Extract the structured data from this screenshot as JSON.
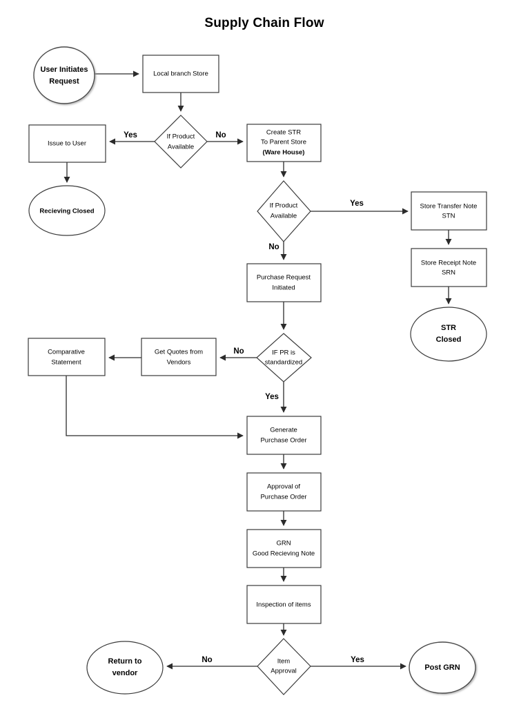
{
  "title": "Supply Chain Flow",
  "chart_data": {
    "type": "diagram",
    "title": "Supply Chain Flow",
    "nodes": [
      {
        "id": "user-initiates-request",
        "shape": "ellipse-filled",
        "lines": [
          "User Initiates",
          "Request"
        ]
      },
      {
        "id": "local-branch-store",
        "shape": "rect",
        "lines": [
          "Local branch Store"
        ]
      },
      {
        "id": "if-product-available-1",
        "shape": "diamond",
        "lines": [
          "If Product",
          "Available"
        ]
      },
      {
        "id": "issue-to-user",
        "shape": "rect",
        "lines": [
          "Issue to User"
        ]
      },
      {
        "id": "recieving-closed",
        "shape": "ellipse",
        "lines": [
          "Recieving Closed"
        ]
      },
      {
        "id": "create-str",
        "shape": "rect",
        "lines": [
          "Create STR",
          "To Parent Store",
          "(Ware House)"
        ]
      },
      {
        "id": "if-product-available-2",
        "shape": "diamond",
        "lines": [
          "If Product",
          "Available"
        ]
      },
      {
        "id": "store-transfer-note",
        "shape": "rect",
        "lines": [
          "Store Transfer Note",
          "STN"
        ]
      },
      {
        "id": "store-receipt-note",
        "shape": "rect",
        "lines": [
          "Store Receipt Note",
          "SRN"
        ]
      },
      {
        "id": "str-closed",
        "shape": "ellipse",
        "lines": [
          "STR",
          "Closed"
        ]
      },
      {
        "id": "purchase-request-initiated",
        "shape": "rect",
        "lines": [
          "Purchase Request",
          "Initiated"
        ]
      },
      {
        "id": "if-pr-is-standardized",
        "shape": "diamond",
        "lines": [
          "IF PR is",
          "standardized"
        ]
      },
      {
        "id": "get-quotes-from-vendors",
        "shape": "rect",
        "lines": [
          "Get Quotes from",
          "Vendors"
        ]
      },
      {
        "id": "comparative-statement",
        "shape": "rect",
        "lines": [
          "Comparative",
          "Statement"
        ]
      },
      {
        "id": "generate-purchase-order",
        "shape": "rect",
        "lines": [
          "Generate",
          "Purchase Order"
        ]
      },
      {
        "id": "approval-of-purchase-order",
        "shape": "rect",
        "lines": [
          "Approval of",
          "Purchase Order"
        ]
      },
      {
        "id": "grn",
        "shape": "rect",
        "lines": [
          "GRN",
          "Good Recieving Note"
        ]
      },
      {
        "id": "inspection-of-items",
        "shape": "rect",
        "lines": [
          "Inspection of items"
        ]
      },
      {
        "id": "item-approval",
        "shape": "diamond",
        "lines": [
          "Item",
          "Approval"
        ]
      },
      {
        "id": "return-to-vendor",
        "shape": "ellipse",
        "lines": [
          "Return to",
          "vendor"
        ]
      },
      {
        "id": "post-grn",
        "shape": "ellipse-filled",
        "lines": [
          "Post GRN"
        ]
      }
    ],
    "edges": [
      {
        "from": "user-initiates-request",
        "to": "local-branch-store",
        "label": ""
      },
      {
        "from": "local-branch-store",
        "to": "if-product-available-1",
        "label": ""
      },
      {
        "from": "if-product-available-1",
        "to": "issue-to-user",
        "label": "Yes"
      },
      {
        "from": "if-product-available-1",
        "to": "create-str",
        "label": "No"
      },
      {
        "from": "issue-to-user",
        "to": "recieving-closed",
        "label": ""
      },
      {
        "from": "create-str",
        "to": "if-product-available-2",
        "label": ""
      },
      {
        "from": "if-product-available-2",
        "to": "store-transfer-note",
        "label": "Yes"
      },
      {
        "from": "if-product-available-2",
        "to": "purchase-request-initiated",
        "label": "No"
      },
      {
        "from": "store-transfer-note",
        "to": "store-receipt-note",
        "label": ""
      },
      {
        "from": "store-receipt-note",
        "to": "str-closed",
        "label": ""
      },
      {
        "from": "purchase-request-initiated",
        "to": "if-pr-is-standardized",
        "label": ""
      },
      {
        "from": "if-pr-is-standardized",
        "to": "get-quotes-from-vendors",
        "label": "No"
      },
      {
        "from": "get-quotes-from-vendors",
        "to": "comparative-statement",
        "label": ""
      },
      {
        "from": "if-pr-is-standardized",
        "to": "generate-purchase-order",
        "label": "Yes"
      },
      {
        "from": "comparative-statement",
        "to": "generate-purchase-order",
        "label": ""
      },
      {
        "from": "generate-purchase-order",
        "to": "approval-of-purchase-order",
        "label": ""
      },
      {
        "from": "approval-of-purchase-order",
        "to": "grn",
        "label": ""
      },
      {
        "from": "grn",
        "to": "inspection-of-items",
        "label": ""
      },
      {
        "from": "inspection-of-items",
        "to": "item-approval",
        "label": ""
      },
      {
        "from": "item-approval",
        "to": "return-to-vendor",
        "label": "No"
      },
      {
        "from": "item-approval",
        "to": "post-grn",
        "label": "Yes"
      }
    ]
  },
  "labels": {
    "user_initiates_request_l1": "User Initiates",
    "user_initiates_request_l2": "Request",
    "local_branch_store": "Local branch Store",
    "decision1_l1": "If Product",
    "decision1_l2": "Available",
    "issue_to_user": "Issue to User",
    "recieving_closed": "Recieving Closed",
    "create_str_l1": "Create STR",
    "create_str_l2": "To Parent Store",
    "create_str_l3": "(Ware House)",
    "decision2_l1": "If Product",
    "decision2_l2": "Available",
    "store_transfer_note_l1": "Store Transfer Note",
    "store_transfer_note_l2": "STN",
    "store_receipt_note_l1": "Store Receipt Note",
    "store_receipt_note_l2": "SRN",
    "str_closed_l1": "STR",
    "str_closed_l2": "Closed",
    "purchase_request_l1": "Purchase Request",
    "purchase_request_l2": "Initiated",
    "pr_standardized_l1": "IF PR is",
    "pr_standardized_l2": "standardized",
    "get_quotes_l1": "Get Quotes from",
    "get_quotes_l2": "Vendors",
    "comparative_l1": "Comparative",
    "comparative_l2": "Statement",
    "generate_po_l1": "Generate",
    "generate_po_l2": "Purchase Order",
    "approval_po_l1": "Approval of",
    "approval_po_l2": "Purchase Order",
    "grn_l1": "GRN",
    "grn_l2": "Good Recieving Note",
    "inspection_of_items": "Inspection of items",
    "item_approval_l1": "Item",
    "item_approval_l2": "Approval",
    "return_to_vendor_l1": "Return to",
    "return_to_vendor_l2": "vendor",
    "post_grn": "Post GRN"
  },
  "edge_labels": {
    "d1_yes": "Yes",
    "d1_no": "No",
    "d2_yes": "Yes",
    "d2_no": "No",
    "d3_no": "No",
    "d3_yes": "Yes",
    "d4_no": "No",
    "d4_yes": "Yes"
  },
  "colors": {
    "background": "#ffffff",
    "stroke": "#3a3a3a",
    "edge": "#2b2b2b",
    "text": "#000000",
    "terminal_fill_light": "#f7f7f7",
    "terminal_fill_dark": "#cfcfcf"
  }
}
